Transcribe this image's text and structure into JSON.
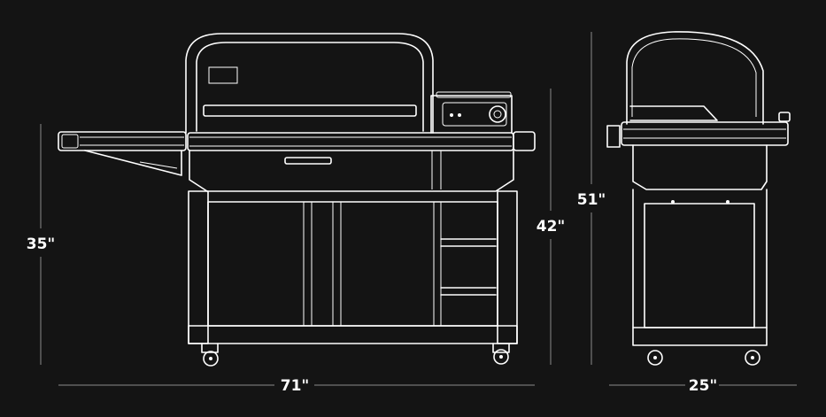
{
  "dimensions": {
    "height_side_shelf": "35\"",
    "height_hopper": "42\"",
    "height_total": "51\"",
    "width_front": "71\"",
    "depth_side": "25\""
  },
  "colors": {
    "background": "#141414",
    "line": "#ffffff",
    "dimension_line": "#8a8a8a"
  }
}
